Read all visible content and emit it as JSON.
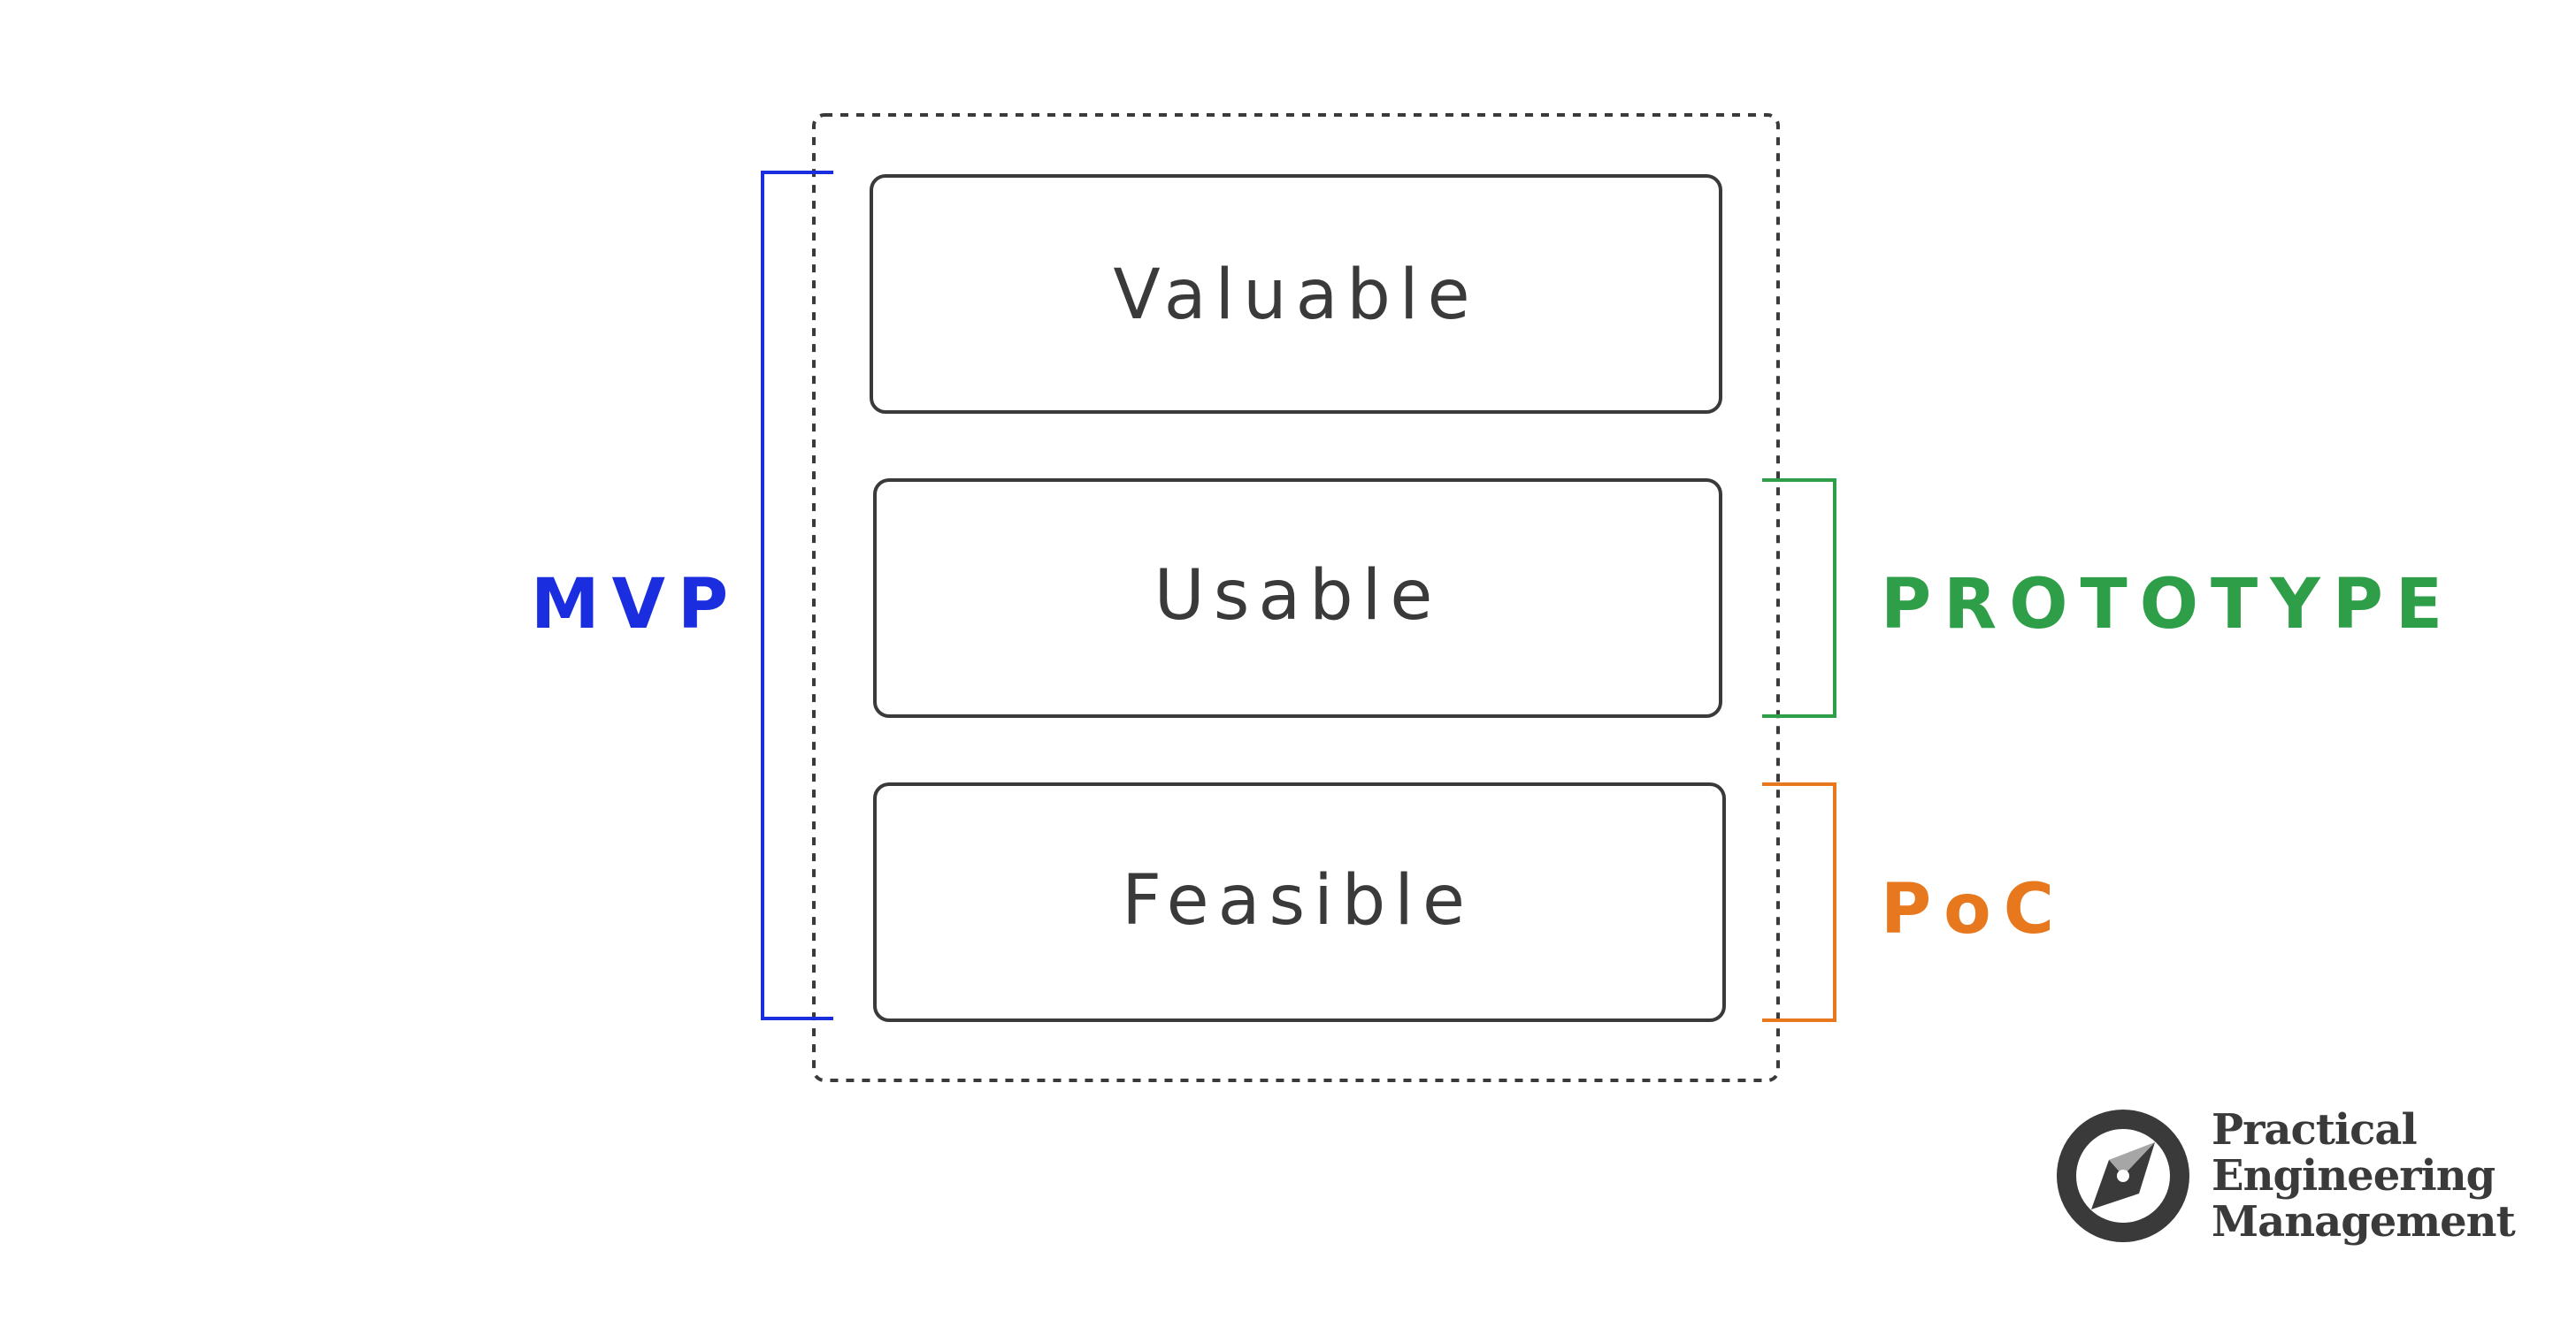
{
  "boxes": [
    {
      "label": "Valuable"
    },
    {
      "label": "Usable"
    },
    {
      "label": "Feasible"
    }
  ],
  "brackets": {
    "mvp": {
      "label": "MVP",
      "color": "#1a2ee0"
    },
    "prototype": {
      "label": "PROTOTYPE",
      "color": "#2e9e48"
    },
    "poc": {
      "label": "PoC",
      "color": "#e8781e"
    }
  },
  "brand": {
    "line1": "Practical",
    "line2": "Engineering",
    "line3": "Management",
    "icon": "compass-icon",
    "color": "#3a3a3a"
  },
  "colors": {
    "box_stroke": "#3a3a3a",
    "dashed_outline": "#3a3a3a"
  }
}
